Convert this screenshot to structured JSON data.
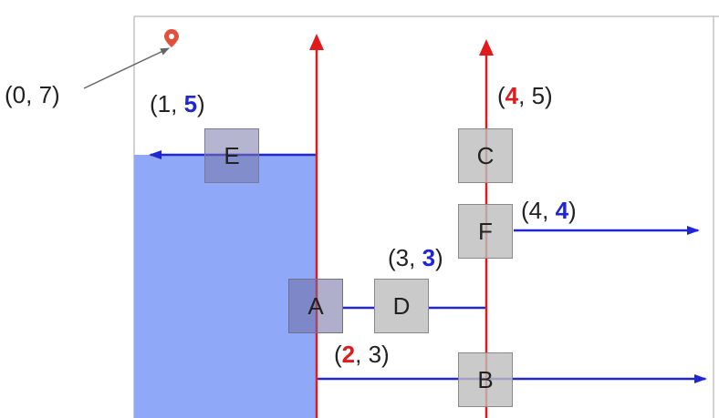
{
  "colors": {
    "red": "#e11b1b",
    "blue": "#1f26d6",
    "fill": "#8fa8f7",
    "pin": "#e0503a"
  },
  "icons": {
    "origin": "map-pin-icon"
  },
  "labels": {
    "origin": "(0, 7)",
    "e": {
      "open": "(1, ",
      "hl": "5",
      "close": ")"
    },
    "c": {
      "open": "(",
      "hl": "4",
      "close": ", 5)"
    },
    "f": {
      "open": "(4, ",
      "hl": "4",
      "close": ")"
    },
    "d": {
      "open": "(3, ",
      "hl": "3",
      "close": ")"
    },
    "a": {
      "open": "(",
      "hl": "2",
      "close": ", 3)"
    }
  },
  "boxes": {
    "e": "E",
    "c": "C",
    "f": "F",
    "a": "A",
    "d": "D",
    "b": "B"
  }
}
